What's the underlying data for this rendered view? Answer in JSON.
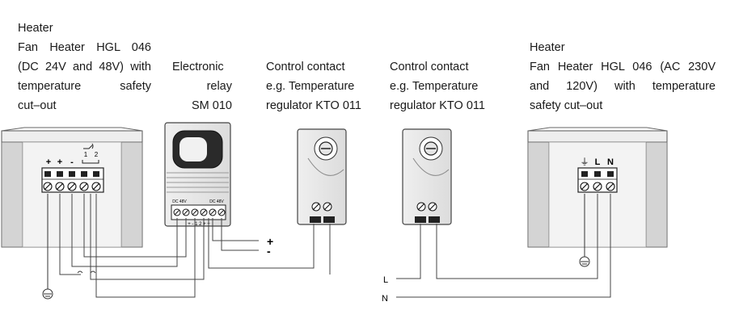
{
  "labels": {
    "heater_dc": {
      "l1": "Heater",
      "l2": "Fan Heater HGL 046",
      "l3": "(DC 24V and 48V) with",
      "l4": "temperature safety",
      "l5": "cut–out"
    },
    "relay": {
      "l1": "Electronic",
      "l2": "relay",
      "l3": "SM 010"
    },
    "control1": {
      "l1": "Control contact",
      "l2": "e.g. Temperature",
      "l3": "regulator KTO 011"
    },
    "control2": {
      "l1": "Control contact",
      "l2": "e.g. Temperature",
      "l3": "regulator KTO 011"
    },
    "heater_ac": {
      "l1": "Heater",
      "l2": "Fan Heater HGL 046 (AC 230V",
      "l3": "and 120V) with temperature",
      "l4": "safety cut–out"
    }
  },
  "dc_heater_terminals": {
    "plus1": "+",
    "plus2": "+",
    "minus": "-",
    "n1": "1",
    "n2": "2"
  },
  "relay_terminals": {
    "left": "DC 48V",
    "right": "DC 48V",
    "bottom": "+ - 1 2 + +"
  },
  "ac_heater_terminals": {
    "earth": "⏚",
    "l": "L",
    "n": "N"
  },
  "supply": {
    "plus": "+",
    "minus": "-",
    "line": "L",
    "neutral": "N"
  }
}
